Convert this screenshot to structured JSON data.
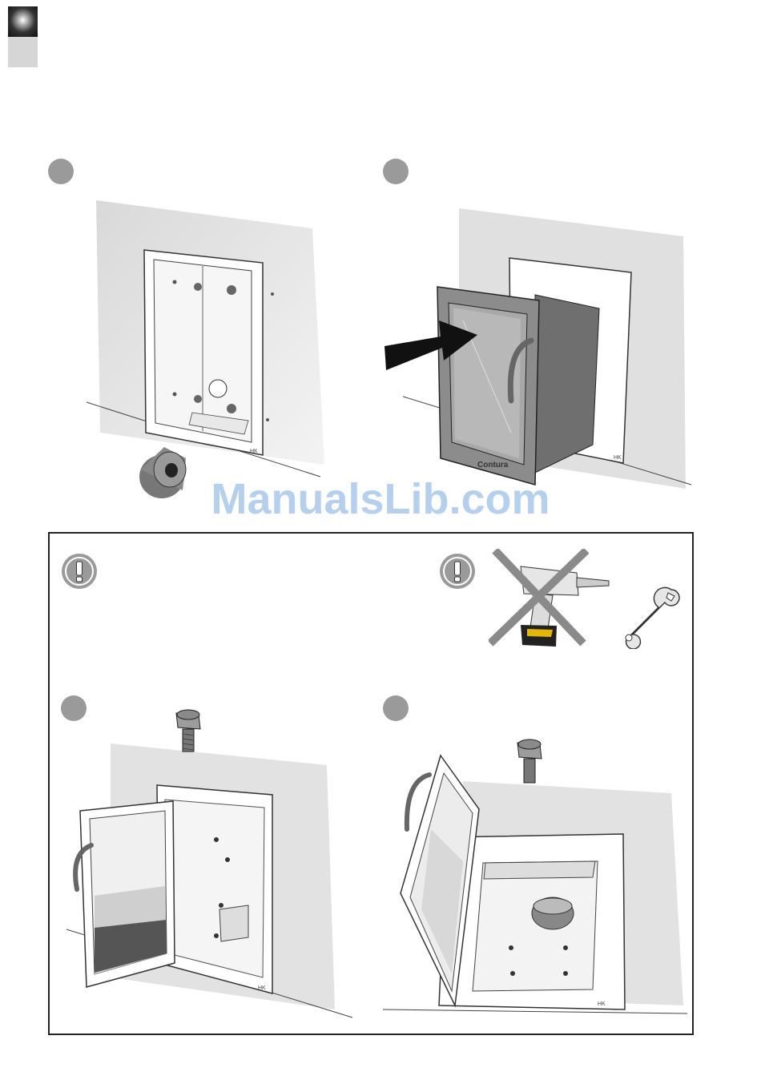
{
  "page": {
    "watermark": "ManualsLib.com"
  },
  "illustrations": {
    "step1": {
      "marker": "HK"
    },
    "step2": {
      "brand": "Contura",
      "marker": "HK"
    },
    "step3": {
      "marker": "HK"
    },
    "step4": {
      "marker": "HK"
    }
  },
  "icons": {
    "warning": "exclamation-icon",
    "prohibited_tool": "power-drill-icon",
    "recommended_tool": "wrench-icon",
    "bolt": "bolt-icon",
    "step_marker": "step-circle-icon"
  },
  "colors": {
    "step_circle": "#9a9a9a",
    "wall_shadow": "#e2e2e2",
    "insert_body": "#8c8c8c",
    "watermark": "#78aae1",
    "cross": "#8a8a8a"
  }
}
